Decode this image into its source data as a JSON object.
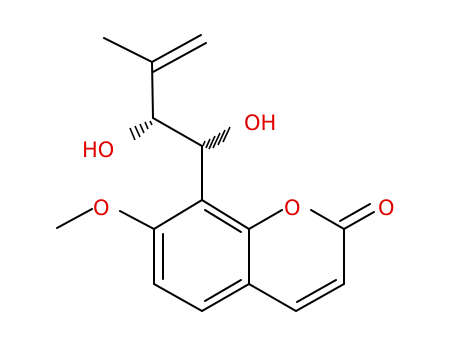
{
  "molecule": {
    "atom_labels": [
      {
        "id": "hydroxyl-left",
        "text": "HO"
      },
      {
        "id": "hydroxyl-right",
        "text": "OH"
      },
      {
        "id": "methoxy-oxygen",
        "text": "O"
      },
      {
        "id": "ring-oxygen",
        "text": "O"
      },
      {
        "id": "carbonyl-oxygen",
        "text": "O"
      }
    ]
  },
  "colors": {
    "bond": "#000000",
    "heteroatom": "#e00000",
    "background": "#ffffff"
  }
}
